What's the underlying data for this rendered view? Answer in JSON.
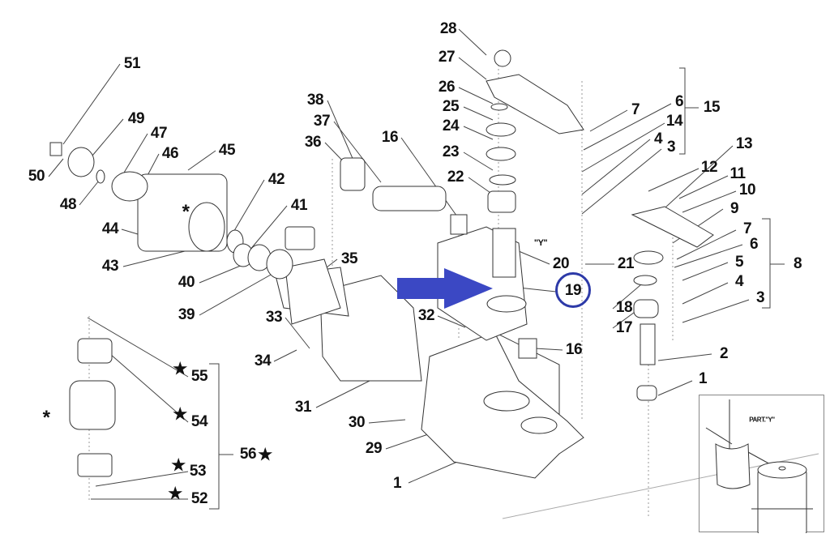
{
  "title": "Steering knuckle exploded parts diagram",
  "labels": {
    "p28": "28",
    "p27": "27",
    "p26": "26",
    "p25": "25",
    "p24": "24",
    "p23": "23",
    "p22": "22",
    "p7a": "7",
    "p6a": "6",
    "p15": "15",
    "p14": "14",
    "p4a": "4",
    "p3a": "3",
    "p13": "13",
    "p12": "12",
    "p11": "11",
    "p10": "10",
    "p9": "9",
    "p7b": "7",
    "p6b": "6",
    "p5": "5",
    "p8": "8",
    "p4b": "4",
    "p3b": "3",
    "p21": "21",
    "p20": "20",
    "p19": "19",
    "p18": "18",
    "p17": "17",
    "p2": "2",
    "p1a": "1",
    "p16a": "16",
    "p16b": "16",
    "p38": "38",
    "p37": "37",
    "p36": "36",
    "p35": "35",
    "p33": "33",
    "p34": "34",
    "p32": "32",
    "p31": "31",
    "p30": "30",
    "p29": "29",
    "p1b": "1",
    "p51": "51",
    "p49": "49",
    "p47": "47",
    "p46": "46",
    "p45": "45",
    "p50": "50",
    "p48": "48",
    "p44": "44",
    "p43": "43",
    "p42": "42",
    "p41": "41",
    "p40": "40",
    "p39": "39",
    "p55": "55",
    "p54": "54",
    "p56": "56",
    "p53": "53",
    "p52": "52",
    "part_y_marker": "\"Y\"",
    "inset_title": "PART.\"Y\"",
    "star": "★",
    "asterisk": "*"
  },
  "highlight": {
    "part": "19",
    "circle_color": "#2d3aa8",
    "arrow_color": "#3b48c4"
  }
}
